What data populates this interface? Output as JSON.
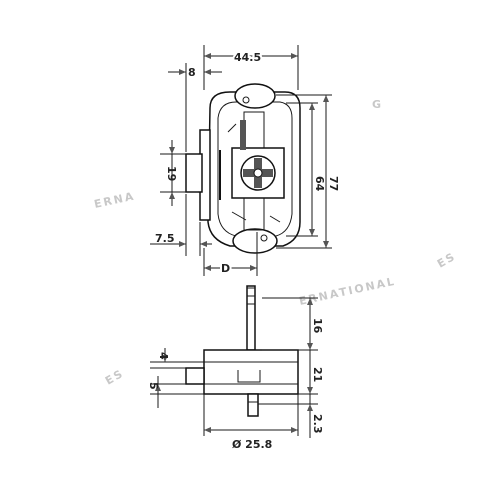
{
  "dimensions": {
    "top_width": "44.5",
    "offset_left": "8",
    "height_inner": "64",
    "height_outer": "77",
    "cylinder_height": "19",
    "front_depth": "7.5",
    "distance_d": "D",
    "pin_length": "16",
    "side_4": "4",
    "side_5": "5",
    "body_height": "21",
    "bottom_gap": "2.3",
    "diameter": "Ø 25.8"
  },
  "watermarks": [
    "ERNA",
    "ERNATIONAL",
    "G",
    "ES",
    "ES"
  ],
  "colors": {
    "line": "#1a1a1a",
    "watermark": "#c8c8c8"
  }
}
